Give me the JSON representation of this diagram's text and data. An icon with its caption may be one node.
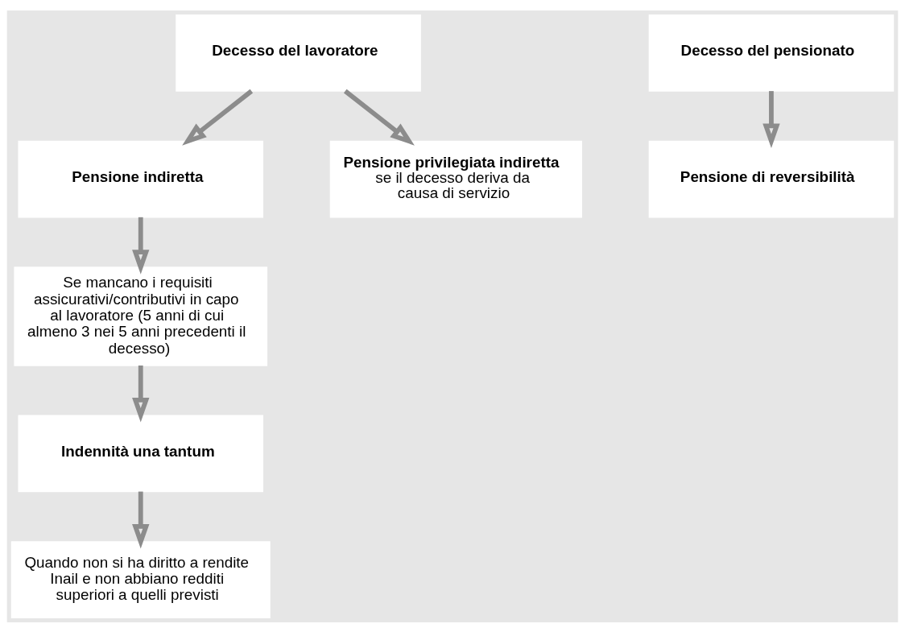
{
  "diagram": {
    "nodes": [
      {
        "text": [
          "Decesso del lavoratore"
        ]
      },
      {
        "text": [
          "Decesso del pensionato"
        ]
      },
      {
        "text": [
          "Pensione indiretta"
        ]
      },
      {
        "text": [
          "Pensione privilegiata indiretta",
          "se il decesso deriva da causa di servizio"
        ]
      },
      {
        "text": [
          "Pensione di reversibilità"
        ]
      },
      {
        "text": [
          "Se mancano i requisiti assicurativi/contributivi in capo al lavoratore (5 anni di cui almeno 3 nei 5 anni precedenti il decesso)"
        ]
      },
      {
        "text": [
          "Indennità una tantum"
        ]
      },
      {
        "text": [
          "Quando non si ha diritto a rendite Inail e non abbiano redditi superiori a quelli previsti"
        ]
      }
    ],
    "edges": [
      {
        "from": 0,
        "to": 2,
        "arrow": "to"
      },
      {
        "from": 0,
        "to": 3,
        "arrow": "to"
      },
      {
        "from": 1,
        "to": 4,
        "arrow": "to"
      },
      {
        "from": 2,
        "to": 5,
        "arrow": "to"
      },
      {
        "from": 5,
        "to": 6,
        "arrow": "to"
      },
      {
        "from": 6,
        "to": 7,
        "arrow": "to"
      }
    ]
  }
}
